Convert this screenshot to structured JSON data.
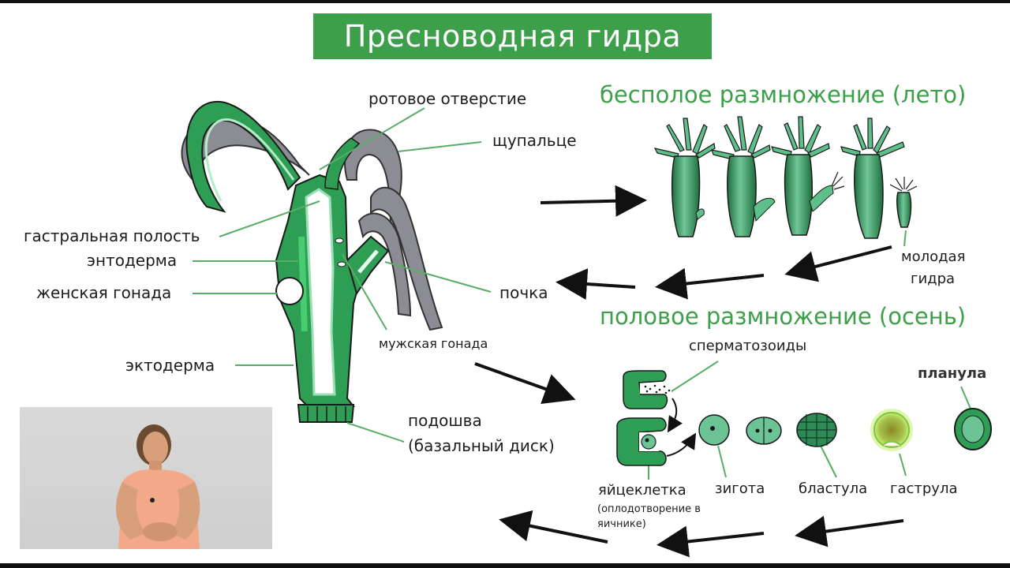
{
  "title": "Пресноводная гидра",
  "sections": {
    "asexual": "бесполое размножение (лето)",
    "sexual": "половое размножение (осень)"
  },
  "labels": {
    "mouth": "ротовое отверстие",
    "tentacle": "щупальце",
    "gastral_cavity": "гастральная полость",
    "endoderm": "энтодерма",
    "female_gonad": "женская гонада",
    "bud": "почка",
    "male_gonad": "мужская гонада",
    "ectoderm": "эктодерма",
    "sole_line1": "подошва",
    "sole_line2": "(базальный диск)",
    "young_line1": "молодая",
    "young_line2": "гидра",
    "sperm": "сперматозоиды",
    "planula": "планула",
    "egg": "яйцеклетка",
    "egg_note": "(оплодотворение в яичнике)",
    "zygote": "зигота",
    "blastula": "бластула",
    "gastrula": "гаструла"
  },
  "colors": {
    "accent": "#3e9f4a",
    "hydra_green": "#2e9e55",
    "tentacle_gray": "#8c8c94",
    "light_green": "#7fc99a"
  }
}
